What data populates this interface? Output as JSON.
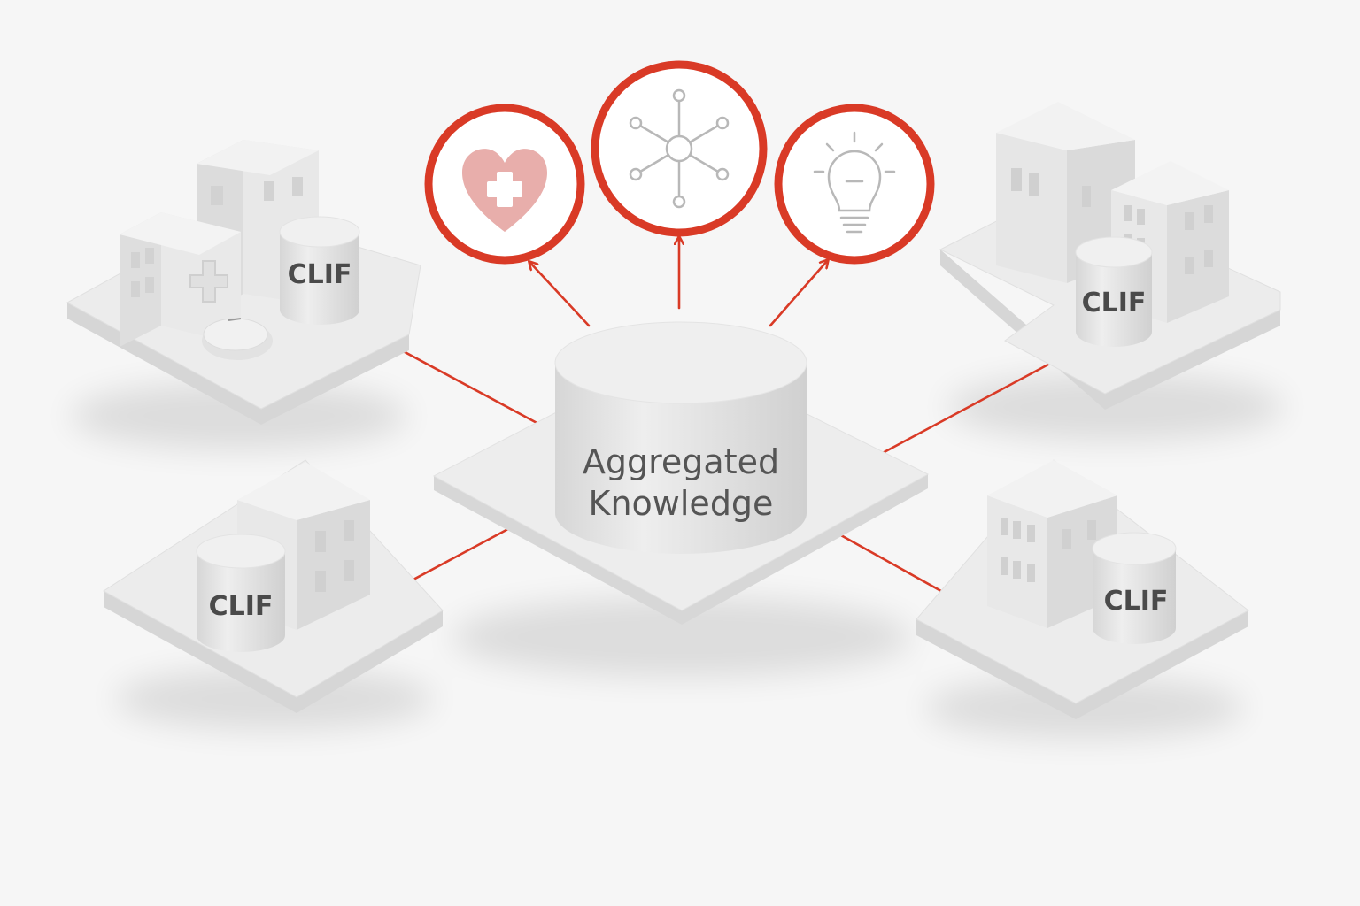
{
  "hub": {
    "label_line1": "Aggregated",
    "label_line2": "Knowledge"
  },
  "sites": [
    {
      "db_label": "CLIF",
      "position": "top-left"
    },
    {
      "db_label": "CLIF",
      "position": "top-right"
    },
    {
      "db_label": "CLIF",
      "position": "bottom-left"
    },
    {
      "db_label": "CLIF",
      "position": "bottom-right"
    }
  ],
  "outputs": [
    {
      "icon": "heart-plus-icon"
    },
    {
      "icon": "network-hub-icon"
    },
    {
      "icon": "lightbulb-icon"
    }
  ],
  "colors": {
    "accent": "#d93a26",
    "heart": "#e8aeab",
    "icon_gray": "#b8b8b8",
    "block": "#e6e6e6",
    "block_side": "#d3d3d3",
    "background": "#f6f6f6"
  }
}
